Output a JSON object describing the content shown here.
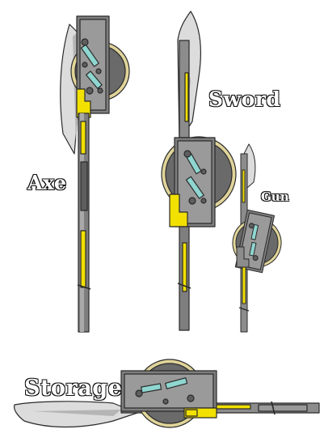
{
  "labels": {
    "sword": "Sword",
    "axe": "Axe",
    "gun": "Gun",
    "storage": "Storage"
  },
  "colors": {
    "outline": "#2a2a2a",
    "blade_light": "#dcdcdc",
    "blade_mid": "#a9a9a9",
    "steel_dark": "#5e5e5e",
    "steel_mid": "#8c8c8c",
    "accent_yellow": "#f2e000",
    "accent_cyan": "#8fd6d0",
    "saw_tan": "#e0d49a",
    "background": "#ffffff"
  },
  "icons": [
    "axe-weapon-illustration",
    "sword-weapon-illustration",
    "gun-weapon-illustration",
    "storage-weapon-illustration"
  ]
}
